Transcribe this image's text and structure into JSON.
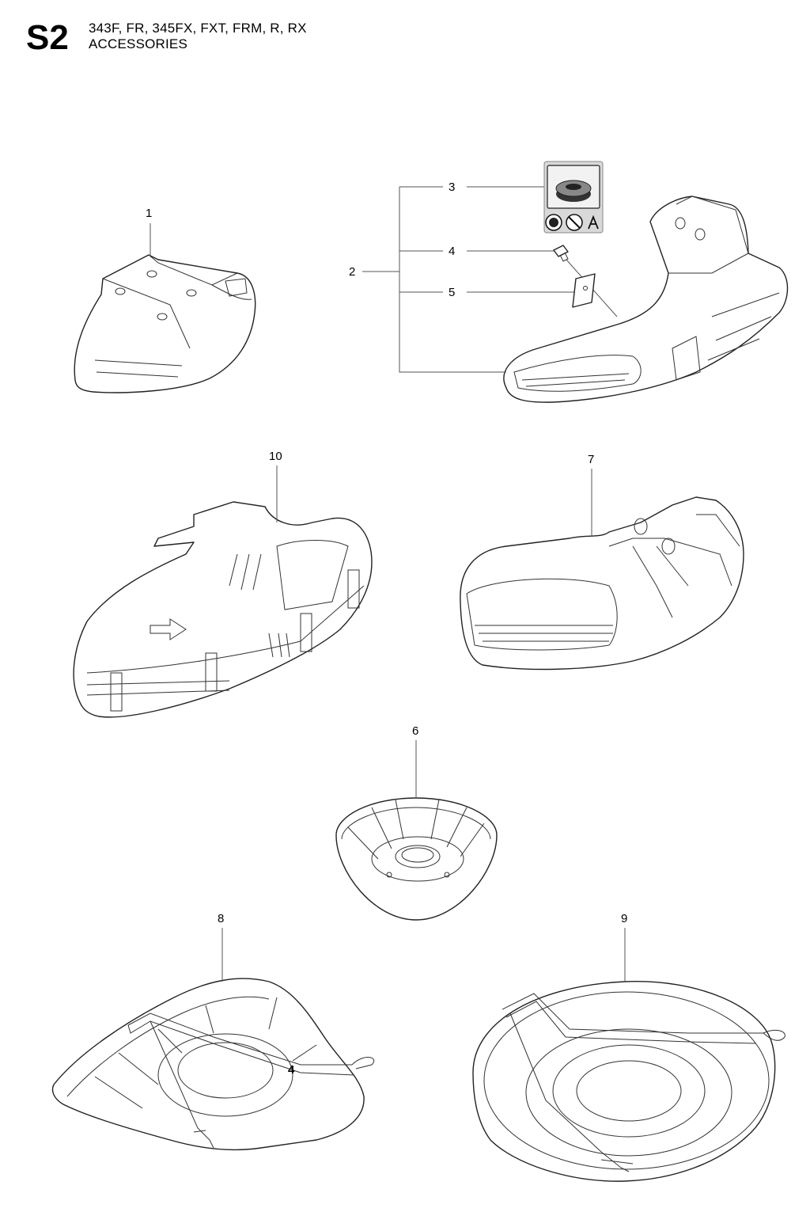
{
  "header": {
    "section_code": "S2",
    "models": "343F, FR, 345FX, FXT, FRM, R, RX",
    "title": "ACCESSORIES"
  },
  "callouts": [
    "1",
    "2",
    "3",
    "4",
    "5",
    "10",
    "7",
    "6",
    "8",
    "9"
  ],
  "inline_label": "4"
}
